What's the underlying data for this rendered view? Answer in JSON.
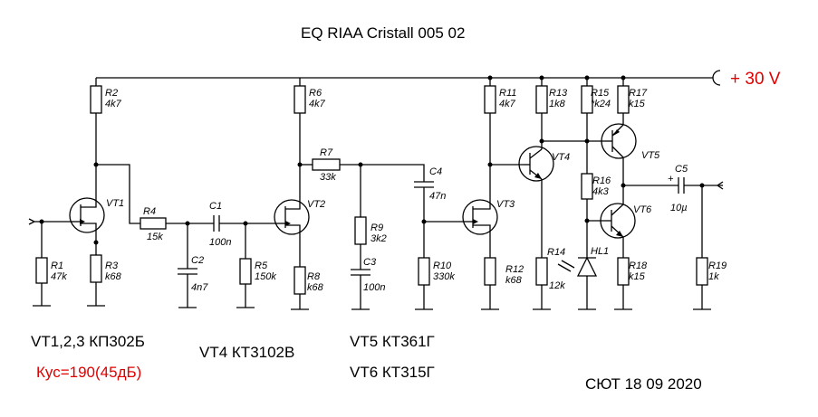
{
  "title": "EQ RIAA Cristall 005 02",
  "supply": "+ 30 V",
  "parts": {
    "R1": {
      "ref": "R1",
      "val": "47k"
    },
    "R2": {
      "ref": "R2",
      "val": "4k7"
    },
    "R3": {
      "ref": "R3",
      "val": "k68"
    },
    "R4": {
      "ref": "R4",
      "val": "15k"
    },
    "R5": {
      "ref": "R5",
      "val": "150k"
    },
    "R6": {
      "ref": "R6",
      "val": "4k7"
    },
    "R7": {
      "ref": "R7",
      "val": "33k"
    },
    "R8": {
      "ref": "R8",
      "val": "k68"
    },
    "R9": {
      "ref": "R9",
      "val": "3k2"
    },
    "R10": {
      "ref": "R10",
      "val": "330k"
    },
    "R11": {
      "ref": "R11",
      "val": "4k7"
    },
    "R12": {
      "ref": "R12",
      "val": "k68"
    },
    "R13": {
      "ref": "R13",
      "val": "1k8"
    },
    "R14": {
      "ref": "R14",
      "val": "12k"
    },
    "R15": {
      "ref": "R15",
      "val": "*k24"
    },
    "R16": {
      "ref": "R16",
      "val": "4k3"
    },
    "R17": {
      "ref": "R17",
      "val": "k15"
    },
    "R18": {
      "ref": "R18",
      "val": "k15"
    },
    "R19": {
      "ref": "R19",
      "val": "1k"
    },
    "C1": {
      "ref": "C1",
      "val": "100n"
    },
    "C2": {
      "ref": "C2",
      "val": "4n7"
    },
    "C3": {
      "ref": "C3",
      "val": "100n"
    },
    "C4": {
      "ref": "C4",
      "val": "47n"
    },
    "C5": {
      "ref": "C5",
      "val": "10µ"
    },
    "VT1": {
      "ref": "VT1"
    },
    "VT2": {
      "ref": "VT2"
    },
    "VT3": {
      "ref": "VT3"
    },
    "VT4": {
      "ref": "VT4"
    },
    "VT5": {
      "ref": "VT5"
    },
    "VT6": {
      "ref": "VT6"
    },
    "HL1": {
      "ref": "HL1"
    }
  },
  "notes": {
    "vt123": "VT1,2,3 КП302Б",
    "gain": "Кус=190(45дБ)",
    "vt4": "VT4 КТ3102В",
    "vt5": "VT5 КТ361Г",
    "vt6": "VT6 КТ315Г",
    "date": "СЮТ 18 09 2020"
  }
}
